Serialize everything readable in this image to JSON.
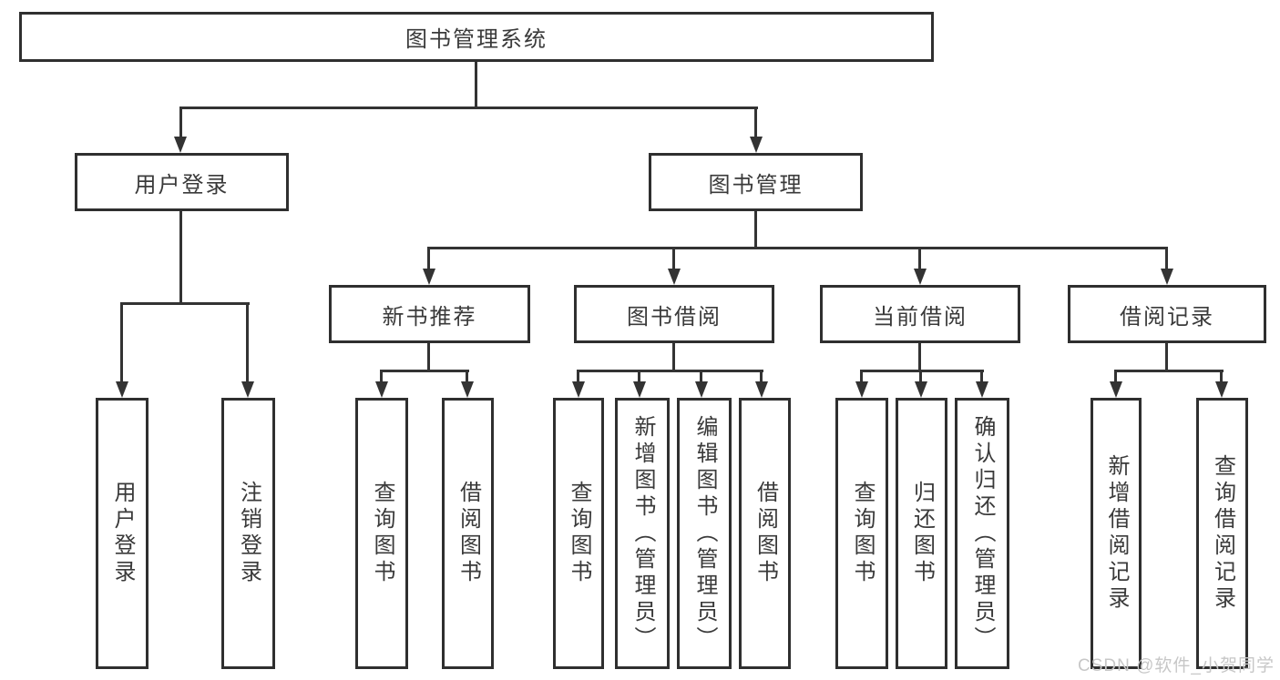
{
  "title": "图书管理系统",
  "tree": {
    "label": "图书管理系统",
    "children": [
      {
        "label": "用户登录",
        "children": [
          {
            "label": "用户登录"
          },
          {
            "label": "注销登录"
          }
        ]
      },
      {
        "label": "图书管理",
        "children": [
          {
            "label": "新书推荐",
            "children": [
              {
                "label": "查询图书"
              },
              {
                "label": "借阅图书"
              }
            ]
          },
          {
            "label": "图书借阅",
            "children": [
              {
                "label": "查询图书"
              },
              {
                "label": "新增图书（管理员）"
              },
              {
                "label": "编辑图书（管理员）"
              },
              {
                "label": "借阅图书"
              }
            ]
          },
          {
            "label": "当前借阅",
            "children": [
              {
                "label": "查询图书"
              },
              {
                "label": "归还图书"
              },
              {
                "label": "确认归还（管理员）"
              }
            ]
          },
          {
            "label": "借阅记录",
            "children": [
              {
                "label": "新增借阅记录"
              },
              {
                "label": "查询借阅记录"
              }
            ]
          }
        ]
      }
    ]
  },
  "watermark": {
    "text": "CSDN @软件_小贺同学"
  },
  "colors": {
    "line": "#333333",
    "border": "#2f2f2f",
    "text": "#3a3a3a",
    "box_background": "#ffffff",
    "watermark": "#c7c7c7"
  }
}
